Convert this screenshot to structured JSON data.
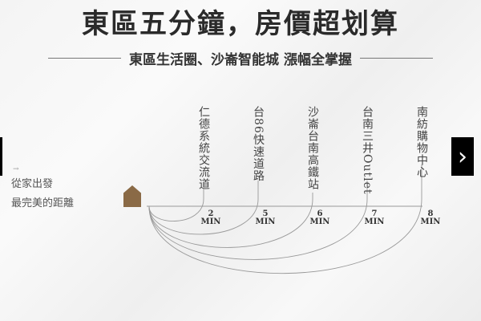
{
  "title": "東區五分鐘，房價超划算",
  "subtitle": "東區生活圈、沙崙智能城 漲幅全掌握",
  "intro": {
    "line1": "從家出發",
    "line2": "最完美的距離"
  },
  "destinations": [
    {
      "name": "仁德系統交流道",
      "minutes": "2",
      "unit": "MIN"
    },
    {
      "name": "台86快速道路",
      "minutes": "5",
      "unit": "MIN"
    },
    {
      "name": "沙崙台南高鐵站",
      "minutes": "6",
      "unit": "MIN"
    },
    {
      "name": "台南三井Outlet",
      "minutes": "7",
      "unit": "MIN"
    },
    {
      "name": "南紡購物中心",
      "minutes": "8",
      "unit": "MIN"
    }
  ],
  "colors": {
    "house": "#8a6a46"
  },
  "nav": {
    "next_icon": "chevron-right-icon"
  }
}
